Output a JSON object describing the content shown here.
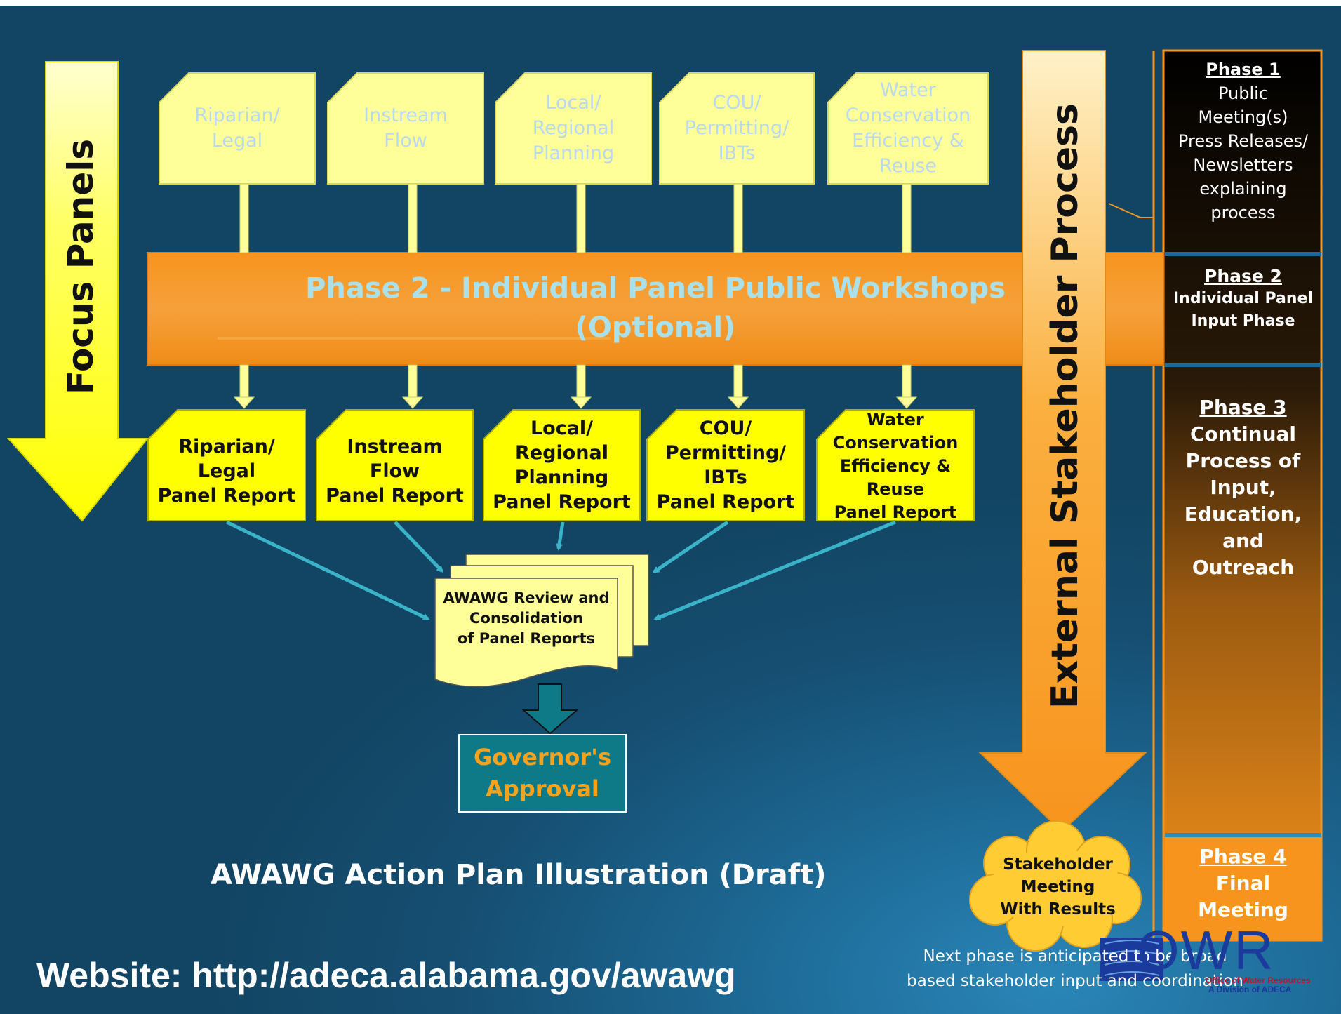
{
  "left_arrow": {
    "label": "Focus Panels"
  },
  "right_arrow": {
    "label": "External Stakeholder Process"
  },
  "panels_top": [
    {
      "lines": [
        "Riparian/",
        "Legal"
      ]
    },
    {
      "lines": [
        "Instream",
        "Flow"
      ]
    },
    {
      "lines": [
        "Local/",
        "Regional",
        "Planning"
      ]
    },
    {
      "lines": [
        "COU/",
        "Permitting/",
        "IBTs"
      ]
    },
    {
      "lines": [
        "Water",
        "Conservation",
        "Efficiency &",
        "Reuse"
      ]
    }
  ],
  "band": {
    "line1": "Phase 2 - Individual Panel Public Workshops",
    "line2": "(Optional)"
  },
  "panels_bottom": [
    {
      "lines": [
        "Riparian/",
        "Legal",
        "Panel Report"
      ]
    },
    {
      "lines": [
        "Instream",
        "Flow",
        "Panel Report"
      ]
    },
    {
      "lines": [
        "Local/",
        "Regional",
        "Planning",
        "Panel Report"
      ]
    },
    {
      "lines": [
        "COU/",
        "Permitting/",
        "IBTs",
        "Panel Report"
      ]
    },
    {
      "lines": [
        "Water",
        "Conservation",
        "Efficiency &",
        "Reuse",
        "Panel Report"
      ]
    }
  ],
  "review": {
    "lines": [
      "AWAWG Review and",
      "Consolidation",
      "of Panel Reports"
    ]
  },
  "approval": {
    "lines": [
      "Governor's",
      "Approval"
    ]
  },
  "title": "AWAWG Action Plan Illustration (Draft)",
  "website": "Website:  http://adeca.alabama.gov/awawg",
  "cloud": {
    "lines": [
      "Stakeholder",
      "Meeting",
      "With Results"
    ]
  },
  "phases": [
    {
      "title": "Phase 1",
      "lines": [
        "Public",
        "Meeting(s)",
        "Press Releases/",
        "Newsletters",
        "explaining",
        "process"
      ]
    },
    {
      "title": "Phase 2",
      "lines": [
        "Individual Panel",
        "Input Phase"
      ]
    },
    {
      "title": "Phase 3",
      "lines": [
        "Continual",
        "Process of",
        "Input,",
        "Education,",
        "and",
        "Outreach"
      ]
    },
    {
      "title": "Phase 4",
      "lines": [
        "Final",
        "Meeting"
      ]
    }
  ],
  "footnote": {
    "line1": "Next phase is anticipated to be broad",
    "line2": "based stakeholder input and coordination"
  },
  "logo": {
    "letters": "OWR",
    "sub1": "Office of Water Resources",
    "sub2": "A Division of ADECA"
  },
  "colors": {
    "yellow": "#ffff00",
    "pale_yellow": "#ffff99",
    "orange": "#f7941d",
    "teal": "#0e7a87",
    "arrow_teal": "#3ab3c9"
  }
}
